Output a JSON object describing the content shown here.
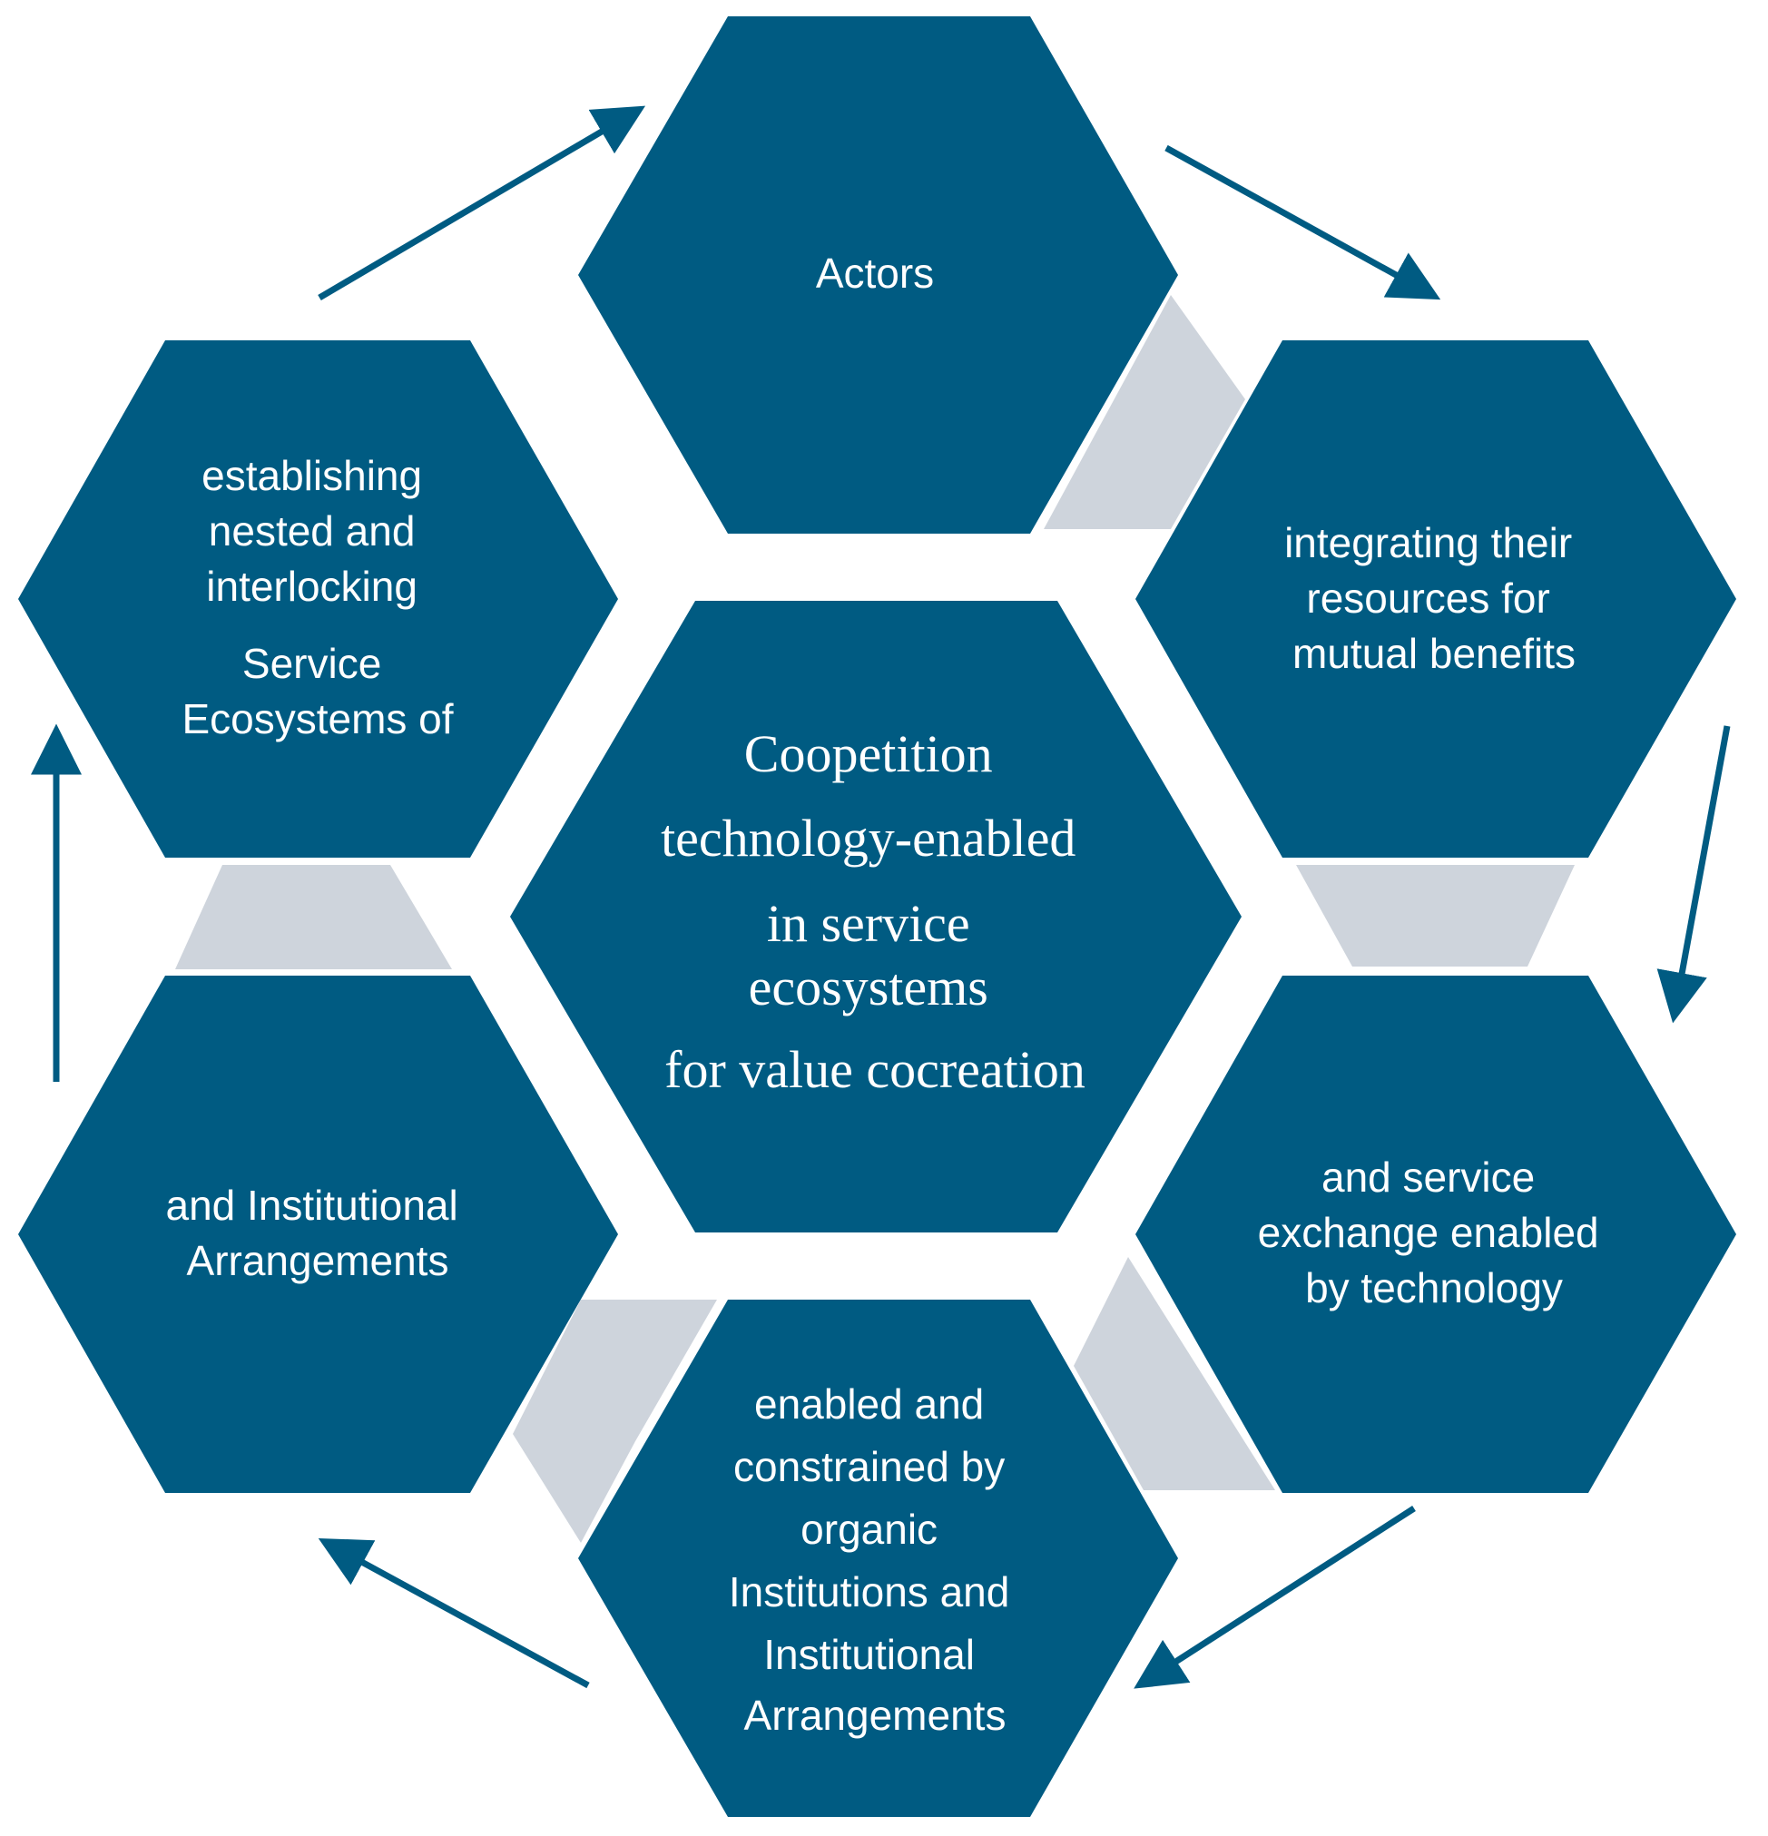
{
  "colors": {
    "hexagon_fill": "#005b82",
    "connector_fill": "#ced4dc",
    "arrow_color": "#005b82",
    "text_color": "#ffffff",
    "background": "#ffffff"
  },
  "diagram": {
    "center": {
      "lines": [
        "Coopetition",
        "technology-enabled",
        "in service",
        "ecosystems",
        "for value cocreation"
      ]
    },
    "top": {
      "lines": [
        "Actors"
      ]
    },
    "upper_right": {
      "lines": [
        "integrating their",
        "resources for",
        "mutual benefits"
      ]
    },
    "lower_right": {
      "lines": [
        "and service",
        "exchange enabled",
        "by technology"
      ]
    },
    "bottom": {
      "lines": [
        "enabled and",
        "constrained by",
        "organic",
        "Institutions and",
        "Institutional",
        "Arrangements"
      ]
    },
    "lower_left": {
      "lines": [
        "and Institutional",
        "Arrangements"
      ]
    },
    "upper_left": {
      "lines": [
        "establishing",
        "nested and",
        "interlocking",
        "Service",
        "Ecosystems of"
      ]
    }
  }
}
